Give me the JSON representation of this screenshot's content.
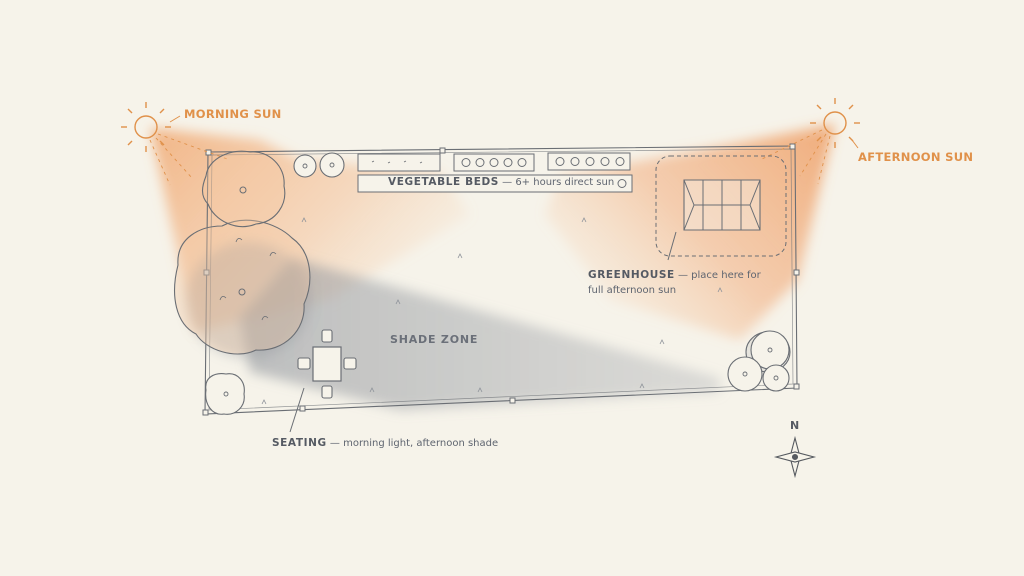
{
  "labels": {
    "morning_sun": "MORNING SUN",
    "afternoon_sun": "AFTERNOON SUN",
    "vegetable_beds_title": "VEGETABLE BEDS",
    "vegetable_beds_desc": "— 6+ hours direct sun",
    "greenhouse_title": "GREENHOUSE",
    "greenhouse_desc_1": "— place here for",
    "greenhouse_desc_2": "full afternoon sun",
    "shade_zone": "SHADE ZONE",
    "seating_title": "SEATING",
    "seating_desc": "— morning light, afternoon shade",
    "compass_north": "N"
  },
  "colors": {
    "background": "#f6f3ea",
    "sun_accent": "#e0914a",
    "sun_light": "#f3b98a",
    "shade": "#a9adb3",
    "ink": "#55595f"
  },
  "icons": [
    "morning-sun-icon",
    "afternoon-sun-icon",
    "north-compass-icon",
    "tree-icon",
    "shrub-icon",
    "table-icon",
    "chair-icon",
    "greenhouse-icon",
    "vegetable-bed-icon"
  ]
}
